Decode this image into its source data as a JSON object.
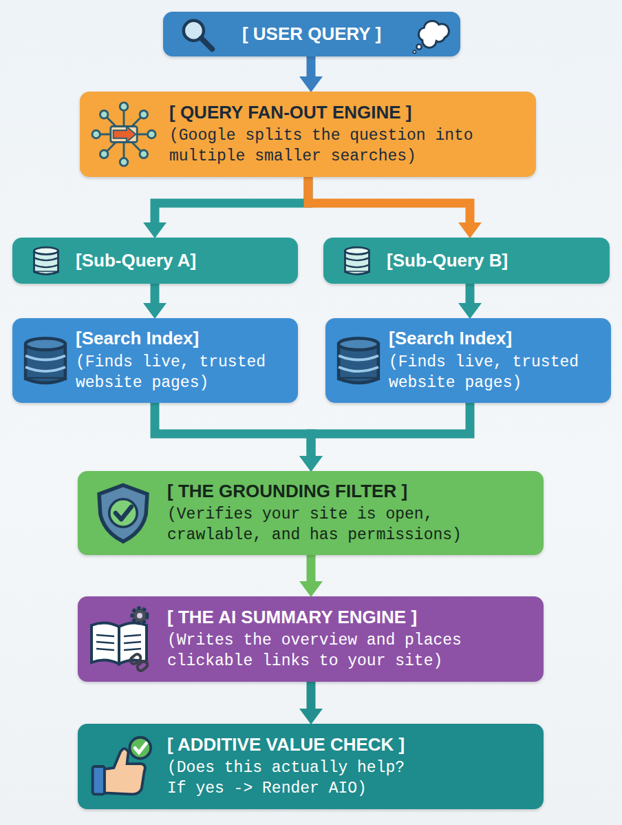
{
  "diagram": {
    "nodes": [
      {
        "text": [
          "[ USER QUERY ]"
        ]
      },
      {
        "text": [
          "[ QUERY FAN-OUT ENGINE ]",
          "(Google splits the question into multiple smaller searches)"
        ]
      },
      {
        "text": [
          "[Sub-Query A]"
        ]
      },
      {
        "text": [
          "[Sub-Query B]"
        ]
      },
      {
        "text": [
          "[Search Index]",
          "(Finds live, trusted website pages)"
        ]
      },
      {
        "text": [
          "[Search Index]",
          "(Finds live, trusted website pages)"
        ]
      },
      {
        "text": [
          "[ THE GROUNDING FILTER ]",
          "(Verifies your site is open, crawlable, and has permissions)"
        ]
      },
      {
        "text": [
          "[ THE AI SUMMARY ENGINE ]",
          "(Writes the overview and places clickable links to your site)"
        ]
      },
      {
        "text": [
          "[ ADDITIVE VALUE CHECK ]",
          "(Does this actually help? If yes -> Render AIO)"
        ]
      }
    ],
    "edges": [
      {
        "from": 0,
        "to": 1,
        "arrow": "to"
      },
      {
        "from": 1,
        "to": 2,
        "arrow": "to"
      },
      {
        "from": 1,
        "to": 3,
        "arrow": "to"
      },
      {
        "from": 2,
        "to": 4,
        "arrow": "to"
      },
      {
        "from": 3,
        "to": 5,
        "arrow": "to"
      },
      {
        "from": 4,
        "to": 6,
        "arrow": "to"
      },
      {
        "from": 5,
        "to": 6,
        "arrow": "to"
      },
      {
        "from": 6,
        "to": 7,
        "arrow": "to"
      },
      {
        "from": 7,
        "to": 8,
        "arrow": "to"
      }
    ]
  }
}
